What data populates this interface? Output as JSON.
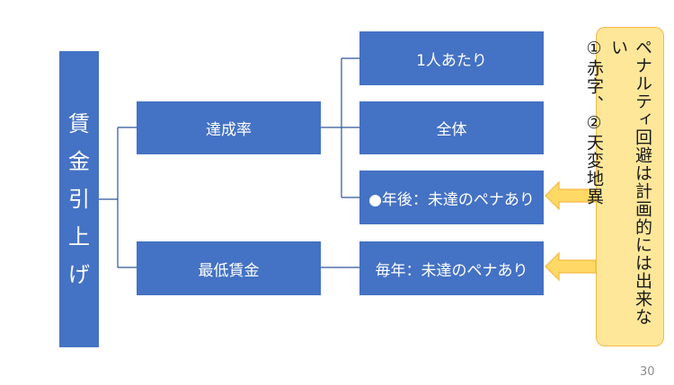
{
  "root_label_chars": [
    "賃",
    "金",
    "引",
    "上",
    "げ"
  ],
  "level1": {
    "achievement_rate": "達成率",
    "minimum_wage": "最低賃金"
  },
  "level2": {
    "per_person": "1人あたり",
    "overall": "全体",
    "yearly_penalty": "●年後：未達のペナあり",
    "annual_penalty": "毎年：未達のペナあり"
  },
  "note": {
    "line1": "ペナルティ回避は計画的には出来ない",
    "line2": "①赤字、②天変地異"
  },
  "page_number": "30",
  "colors": {
    "box_fill": "#4472c4",
    "connector": "#2f5597",
    "note_fill": "#ffe79a",
    "note_border": "#f4b942",
    "arrow_fill": "#ffd966",
    "arrow_stroke": "#f4b942"
  }
}
